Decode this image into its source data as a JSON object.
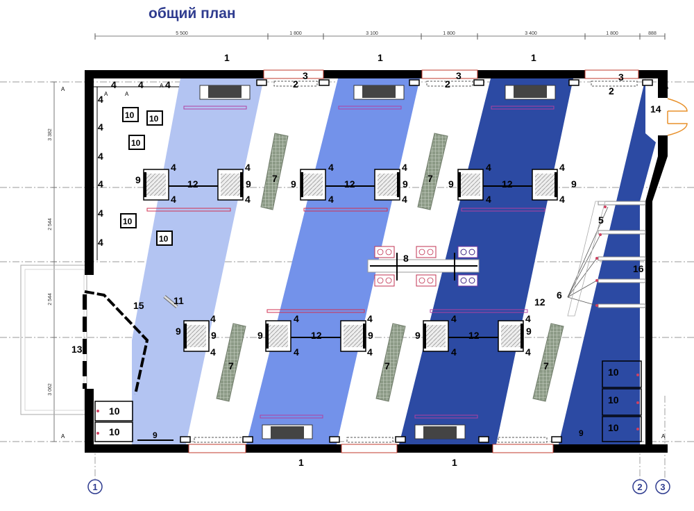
{
  "title": "общий план",
  "dimensions": {
    "top": [
      "5 500",
      "1 800",
      "3 100",
      "1 800",
      "3 400",
      "1 800",
      "888"
    ],
    "left": [
      "3 382",
      "2 544",
      "2 544",
      "3 062"
    ]
  },
  "axes": [
    "1",
    "2",
    "3"
  ],
  "axis_side_label": "A",
  "numbers": {
    "window": "1",
    "radiator": "2",
    "sill": "3",
    "socket": "4",
    "rack": "5",
    "rack_lines": "6",
    "lamp": "7",
    "center_table": "8",
    "chair": "9",
    "cabinet": "10",
    "extinguisher": "11",
    "desk_line": "12",
    "entrance": "13",
    "exit_door": "14",
    "partition": "15",
    "shelving": "16"
  }
}
